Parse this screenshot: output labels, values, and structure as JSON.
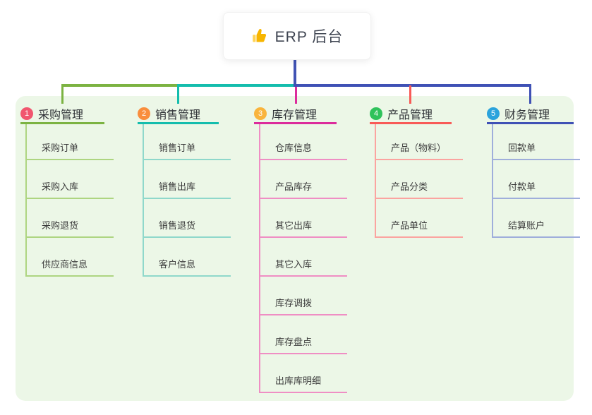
{
  "root": {
    "label": "ERP 后台",
    "icon": "thumbs-up-icon",
    "icon_color": "#F7B500"
  },
  "panel": {
    "background": "#ECF7E7"
  },
  "connector": {
    "root_line_color": "#4153B4"
  },
  "branches": [
    {
      "num": "1",
      "label": "采购管理",
      "badge_color": "#F1566F",
      "line_color": "#7CB342",
      "sub_line_color": "#AED581",
      "items": [
        "采购订单",
        "采购入库",
        "采购退货",
        "供应商信息"
      ]
    },
    {
      "num": "2",
      "label": "销售管理",
      "badge_color": "#F98E3D",
      "line_color": "#14BDAD",
      "sub_line_color": "#8FD8CB",
      "items": [
        "销售订单",
        "销售出库",
        "销售退货",
        "客户信息"
      ]
    },
    {
      "num": "3",
      "label": "库存管理",
      "badge_color": "#F9B43C",
      "line_color": "#DC2C9C",
      "sub_line_color": "#EF8EC4",
      "items": [
        "仓库信息",
        "产品库存",
        "其它出库",
        "其它入库",
        "库存调拨",
        "库存盘点",
        "出库库明细"
      ]
    },
    {
      "num": "4",
      "label": "产品管理",
      "badge_color": "#2FC25B",
      "line_color": "#F85B57",
      "sub_line_color": "#FBA4A0",
      "items": [
        "产品（物料）",
        "产品分类",
        "产品单位"
      ]
    },
    {
      "num": "5",
      "label": "财务管理",
      "badge_color": "#2BA3DC",
      "line_color": "#3F51B5",
      "sub_line_color": "#9FAEDB",
      "items": [
        "回款单",
        "付款单",
        "结算账户"
      ]
    }
  ]
}
